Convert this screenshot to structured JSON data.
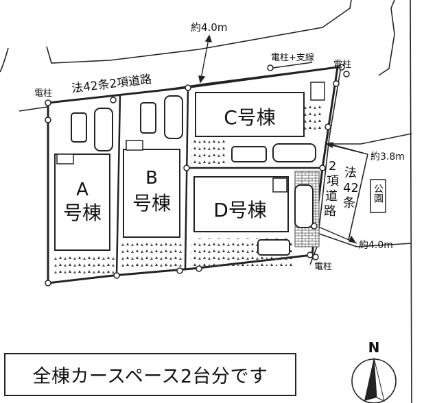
{
  "roads": {
    "north_road_label": "法42条2項道路",
    "north_road_width": "約4.0m",
    "east_road_label_line1": "法",
    "east_road_label_line2": "42",
    "east_road_label_line3": "条",
    "east_road_label_line4": "2",
    "east_road_label_line5": "項",
    "east_road_label_line6": "道",
    "east_road_label_line7": "路",
    "east_road_width_north": "約3.8m",
    "east_road_width_south": "約4.0m"
  },
  "utilities": {
    "pole_west": "電柱",
    "pole_with_stay": "電柱+支線",
    "pole_northeast": "電柱",
    "pole_southeast": "電柱"
  },
  "buildings": {
    "a_line1": "A",
    "a_line2": "号棟",
    "b_line1": "B",
    "b_line2": "号棟",
    "c": "C号棟",
    "d": "D号棟"
  },
  "park": "公園",
  "compass": {
    "north": "N"
  },
  "caption": "全棟カースペース2台分です"
}
